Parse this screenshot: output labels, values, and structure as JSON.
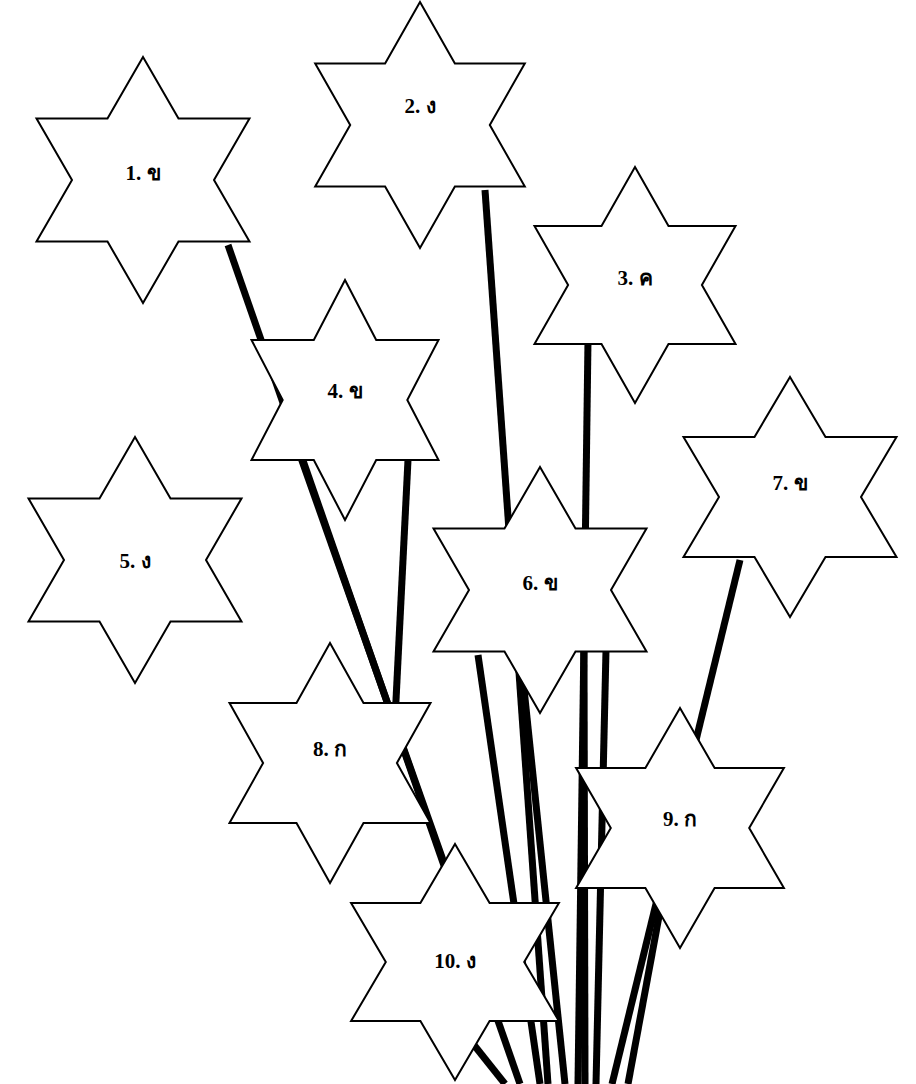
{
  "diagram": {
    "nodes": [
      {
        "text": [
          "1. ข"
        ]
      },
      {
        "text": [
          "2. ง"
        ]
      },
      {
        "text": [
          "3. ค"
        ]
      },
      {
        "text": [
          "4. ข"
        ]
      },
      {
        "text": [
          "5. ง"
        ]
      },
      {
        "text": [
          "6. ข"
        ]
      },
      {
        "text": [
          "7. ข"
        ]
      },
      {
        "text": [
          "8. ก"
        ]
      },
      {
        "text": [
          "9. ก"
        ]
      },
      {
        "text": [
          "10. ง"
        ]
      }
    ]
  }
}
